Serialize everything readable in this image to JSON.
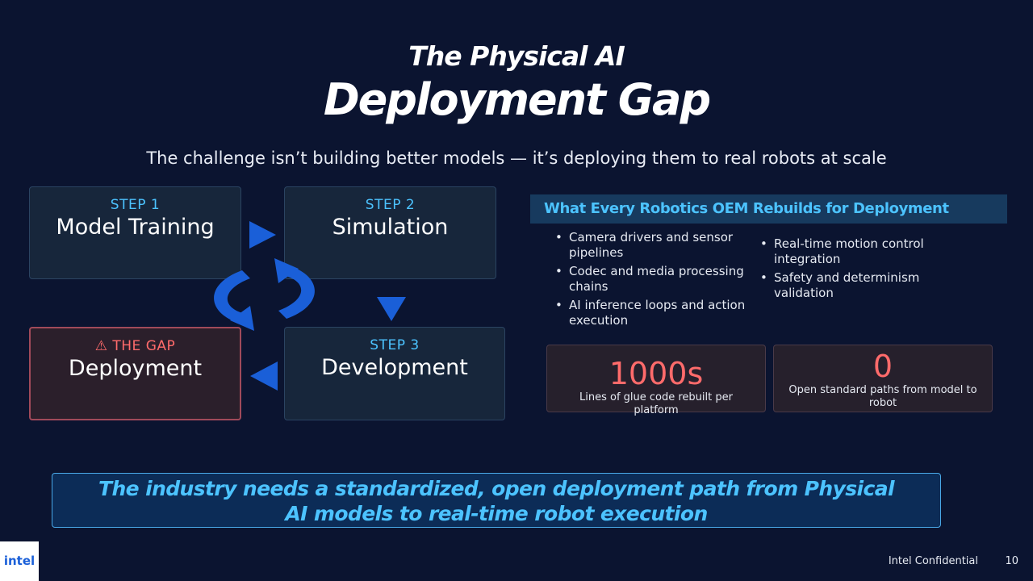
{
  "title": {
    "line1": "The Physical AI",
    "line2": "Deployment Gap"
  },
  "subtitle": "The challenge isn’t building better models — it’s deploying them to real robots at scale",
  "steps": [
    {
      "label": "STEP 1",
      "name": "Model Training"
    },
    {
      "label": "STEP 2",
      "name": "Simulation"
    },
    {
      "label": "STEP 3",
      "name": "Development"
    },
    {
      "label": "THE GAP",
      "name": "Deployment",
      "icon": "warning-icon"
    }
  ],
  "panel": {
    "header": "What Every Robotics OEM Rebuilds for Deployment",
    "left_bullets": [
      "Camera drivers and sensor pipelines",
      "Codec and media processing chains",
      "AI inference loops and action execution"
    ],
    "right_bullets": [
      "Real-time motion control integration",
      "Safety and determinism validation"
    ]
  },
  "stats": [
    {
      "value": "1000s",
      "caption": "Lines of glue code rebuilt per platform"
    },
    {
      "value": "0",
      "caption": "Open standard paths from model to robot"
    }
  ],
  "callout": "The industry needs a standardized, open deployment path from Physical AI models to real-time robot execution",
  "footer": {
    "logo": "intel",
    "confidential": "Intel Confidential",
    "page": "10"
  },
  "colors": {
    "background": "#0b1430",
    "accent_blue": "#4cc3ff",
    "arrow_blue": "#1a5fd8",
    "alert_red": "#ff6b6b"
  }
}
